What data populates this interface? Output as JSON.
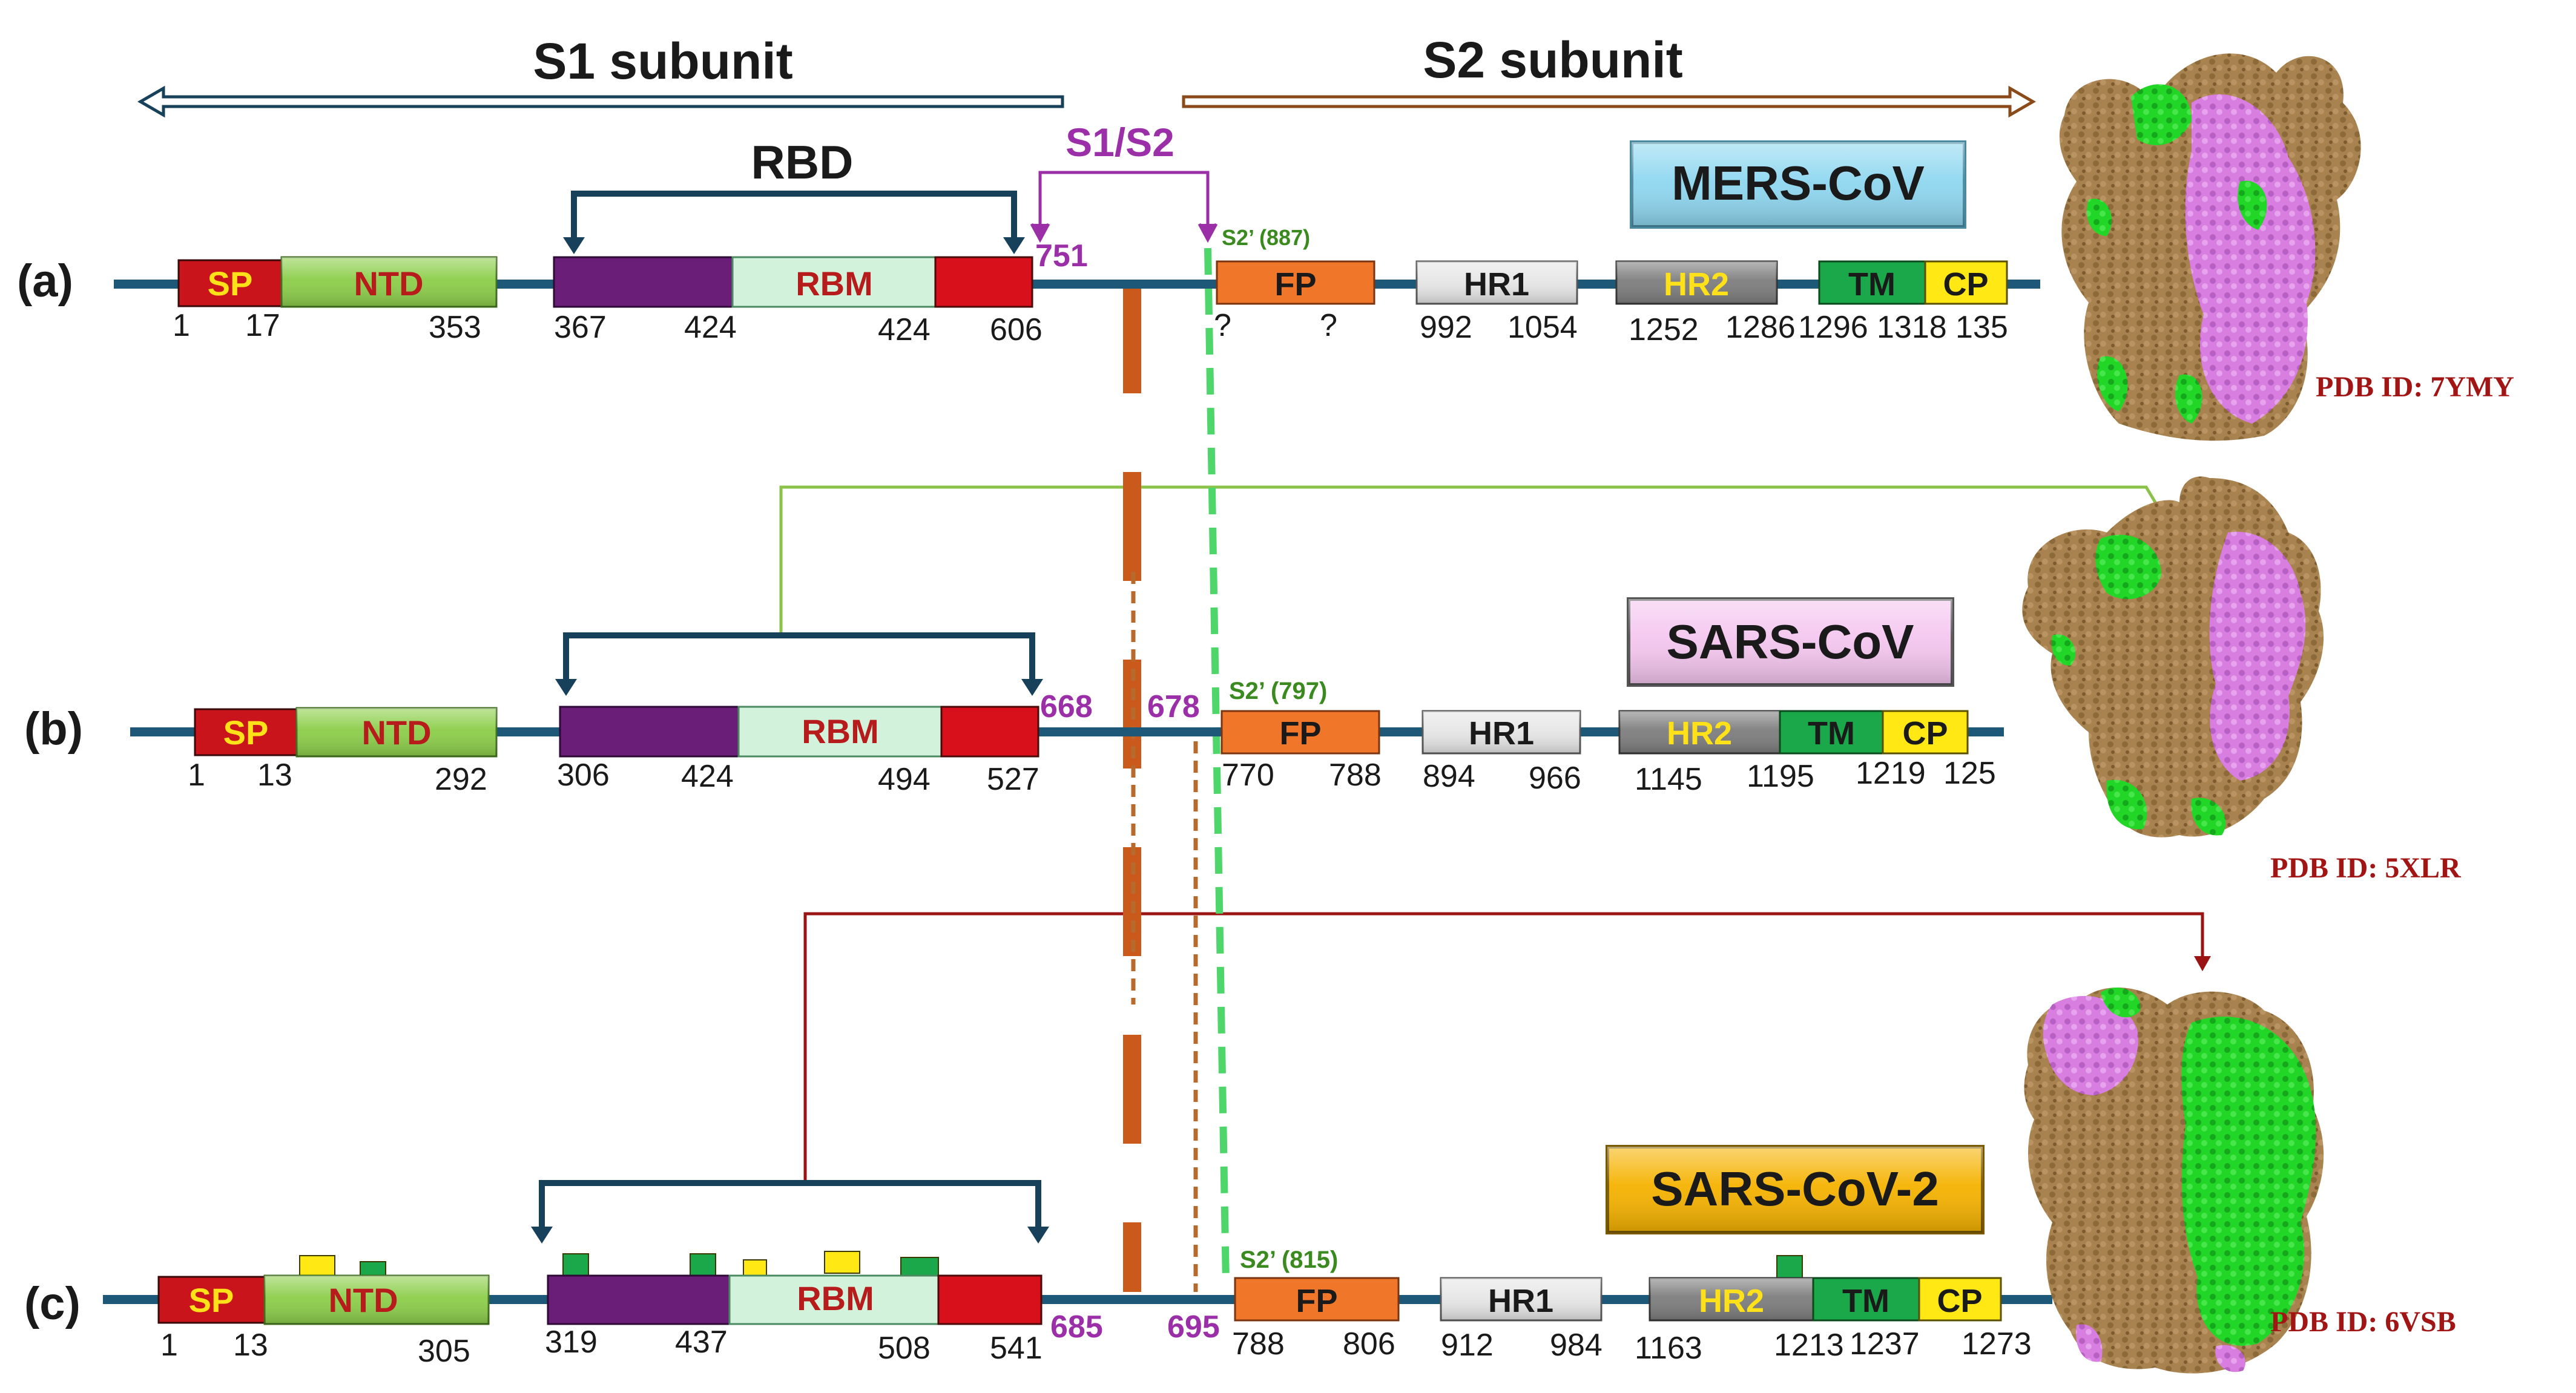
{
  "header": {
    "s1_label": "S1 subunit",
    "s2_label": "S2 subunit",
    "rbd_label": "RBD",
    "s1s2_label": "S1/S2"
  },
  "colors": {
    "backbone": "#1e5878",
    "bracket": "#17405a",
    "sp": "#c8141a",
    "sp_text": "#ffe11a",
    "ntd": "#8cce4a",
    "ntd_text": "#b71c1c",
    "purple": "#6a1e78",
    "rbm": "#d2f2dc",
    "rbm_text": "#b71c1c",
    "red_block": "#d8101c",
    "fp": "#f0762a",
    "hr1": "#e6e6e6",
    "hr2": "#7d7d7d",
    "hr2_text": "#ffe11a",
    "tm": "#1aa84a",
    "cp": "#ffe814",
    "site_purple": "#9b2fa8",
    "site_green": "#3a8a1f",
    "protein_brown": "#a9834f",
    "protein_green": "#22d628",
    "protein_pink": "#d77ee0",
    "pdb_text": "#a11515",
    "mers_box": "#8fd7f0",
    "sars_box": "#f4c6ef",
    "sars2_box": "#f5b200",
    "orange_dash": "#c95a1c",
    "brown_dash": "#b8692c",
    "green_dash": "#4fd66a",
    "connector_green": "#8bc34a",
    "connector_red": "#9a1414"
  },
  "rows": [
    {
      "row_label": "(a)",
      "virus": "MERS-CoV",
      "pdb": "PDB ID: 7YMY",
      "domains": {
        "sp": "SP",
        "ntd": "NTD",
        "rbm": "RBM",
        "fp": "FP",
        "hr1": "HR1",
        "hr2": "HR2",
        "tm": "TM",
        "cp": "CP"
      },
      "positions": [
        "1",
        "17",
        "353",
        "367",
        "424",
        "424",
        "606",
        "?",
        "?",
        "992",
        "1054",
        "1252",
        "1286",
        "1296",
        "1318",
        "135"
      ],
      "s1s2_site": "751",
      "s2prime": "S2’ (887)"
    },
    {
      "row_label": "(b)",
      "virus": "SARS-CoV",
      "pdb": "PDB ID: 5XLR",
      "domains": {
        "sp": "SP",
        "ntd": "NTD",
        "rbm": "RBM",
        "fp": "FP",
        "hr1": "HR1",
        "hr2": "HR2",
        "tm": "TM",
        "cp": "CP"
      },
      "positions": [
        "1",
        "13",
        "292",
        "306",
        "424",
        "494",
        "527",
        "770",
        "788",
        "894",
        "966",
        "1145",
        "1195",
        "1219",
        "125"
      ],
      "s1s2_sites": [
        "668",
        "678"
      ],
      "s2prime": "S2’ (797)"
    },
    {
      "row_label": "(c)",
      "virus": "SARS-CoV-2",
      "pdb": "PDB ID: 6VSB",
      "domains": {
        "sp": "SP",
        "ntd": "NTD",
        "rbm": "RBM",
        "fp": "FP",
        "hr1": "HR1",
        "hr2": "HR2",
        "tm": "TM",
        "cp": "CP"
      },
      "positions": [
        "1",
        "13",
        "305",
        "319",
        "437",
        "508",
        "541",
        "788",
        "806",
        "912",
        "984",
        "1163",
        "1213",
        "1237",
        "1273"
      ],
      "s1s2_sites": [
        "685",
        "695"
      ],
      "s2prime": "S2’ (815)"
    }
  ]
}
